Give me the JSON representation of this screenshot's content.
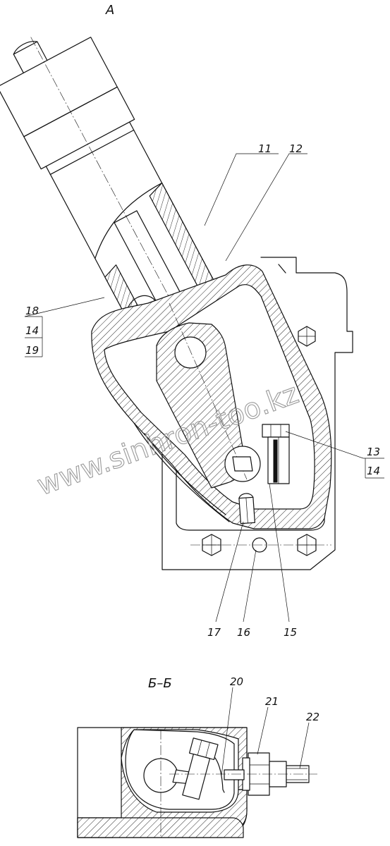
{
  "view_a": {
    "title": "А",
    "callouts": {
      "c11": "11",
      "c12": "12",
      "c18": "18",
      "c14a": "14",
      "c19": "19",
      "c13": "13",
      "c14b": "14",
      "c17": "17",
      "c16": "16",
      "c15": "15"
    }
  },
  "section_bb": {
    "title": "Б–Б",
    "callouts": {
      "c20": "20",
      "c21": "21",
      "c22": "22"
    }
  },
  "watermark": "www.sinhron-too.kz"
}
